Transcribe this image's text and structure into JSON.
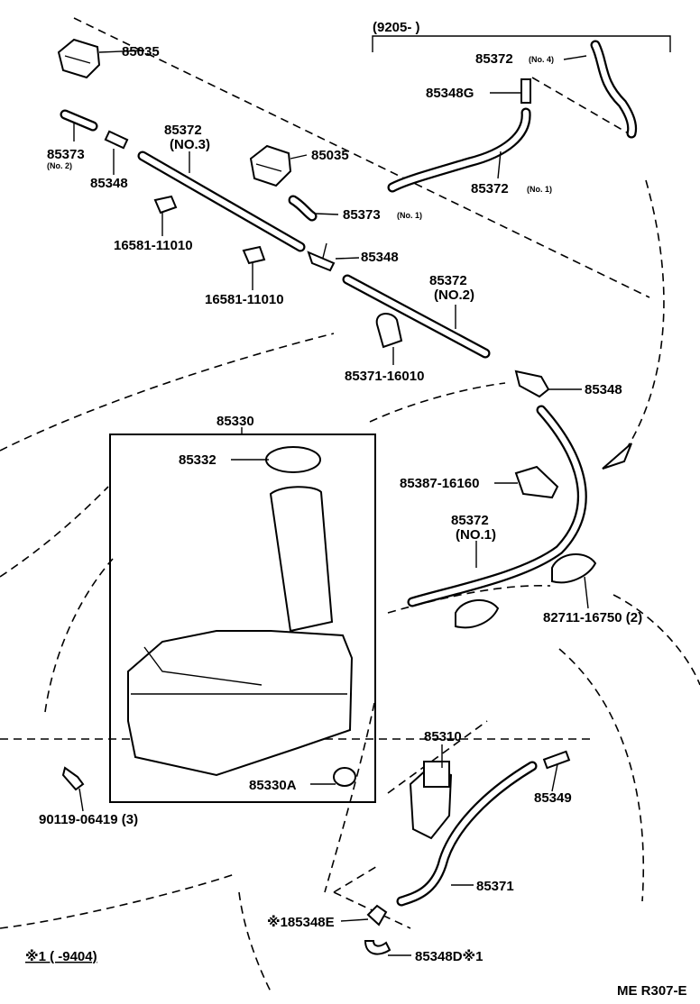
{
  "date_range": "(9205-        )",
  "parts": {
    "p85035_a": "85035",
    "p85035_b": "85035",
    "p85372_no4": "85372",
    "p85372_no4_note": "(No. 4)",
    "p85348g": "85348G",
    "p85372_no1_top": "85372",
    "p85372_no1_top_note": "(No. 1)",
    "p85373_no2": "85373",
    "p85373_no2_note": "(No. 2)",
    "p85348_a": "85348",
    "p85372_no3": "85372",
    "p85372_no3_note": "(NO.3)",
    "p85373_no1": "85373",
    "p85373_no1_note": "(No. 1)",
    "p16581_a": "16581-11010",
    "p16581_b": "16581-11010",
    "p85348_b": "85348",
    "p85372_no2": "85372",
    "p85372_no2_note": "(NO.2)",
    "p85371_16010": "85371-16010",
    "p85348_c": "85348",
    "p85330": "85330",
    "p85332": "85332",
    "p85387": "85387-16160",
    "p85372_no1_mid": "85372",
    "p85372_no1_mid_note": "(NO.1)",
    "p82711": "82711-16750 (2)",
    "p85310": "85310",
    "p85330a": "85330A",
    "p85349": "85349",
    "p90119": "90119-06419 (3)",
    "p85371": "85371",
    "p85348e": "※185348E",
    "p85348d": "85348D※1"
  },
  "footnote": "※1 (       -9404)",
  "ref_code": "ME R307-E"
}
